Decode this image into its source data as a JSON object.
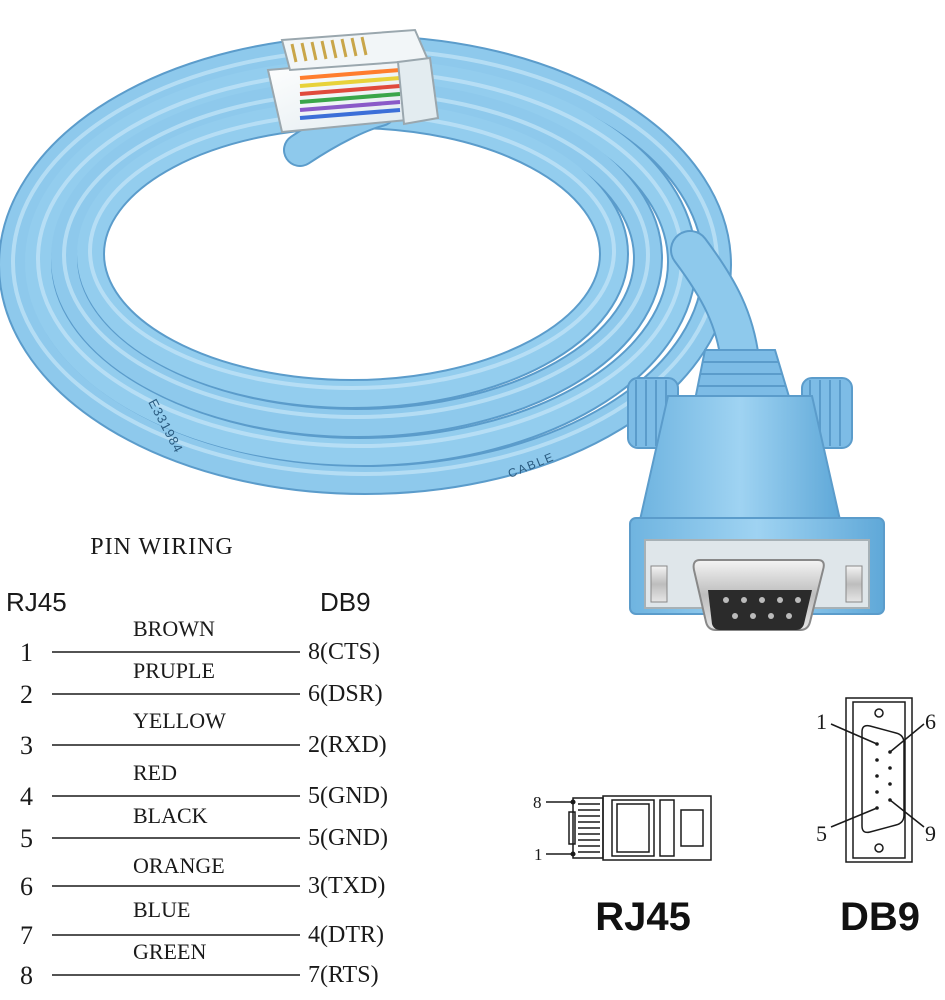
{
  "cable": {
    "print_left": "E331984",
    "print_right": "CABLE"
  },
  "pin_wiring": {
    "title": "PIN WIRING",
    "left_header": "RJ45",
    "right_header": "DB9",
    "rows": [
      {
        "pin": "1",
        "color": "BROWN",
        "db9": "8(CTS)"
      },
      {
        "pin": "2",
        "color": "PRUPLE",
        "db9": "6(DSR)"
      },
      {
        "pin": "3",
        "color": "YELLOW",
        "db9": "2(RXD)"
      },
      {
        "pin": "4",
        "color": "RED",
        "db9": "5(GND)"
      },
      {
        "pin": "5",
        "color": "BLACK",
        "db9": "5(GND)"
      },
      {
        "pin": "6",
        "color": "ORANGE",
        "db9": "3(TXD)"
      },
      {
        "pin": "7",
        "color": "BLUE",
        "db9": "4(DTR)"
      },
      {
        "pin": "8",
        "color": "GREEN",
        "db9": "7(RTS)"
      }
    ]
  },
  "rj45_drawing": {
    "label": "RJ45",
    "pin_top": "8",
    "pin_bottom": "1"
  },
  "db9_drawing": {
    "label": "DB9",
    "pin_1": "1",
    "pin_6": "6",
    "pin_5": "5",
    "pin_9": "9"
  },
  "colors": {
    "cable": "#8ec9ec",
    "cable_dark": "#5ea6d4",
    "cable_light": "#b9def4",
    "ink": "#1a1a1a"
  }
}
